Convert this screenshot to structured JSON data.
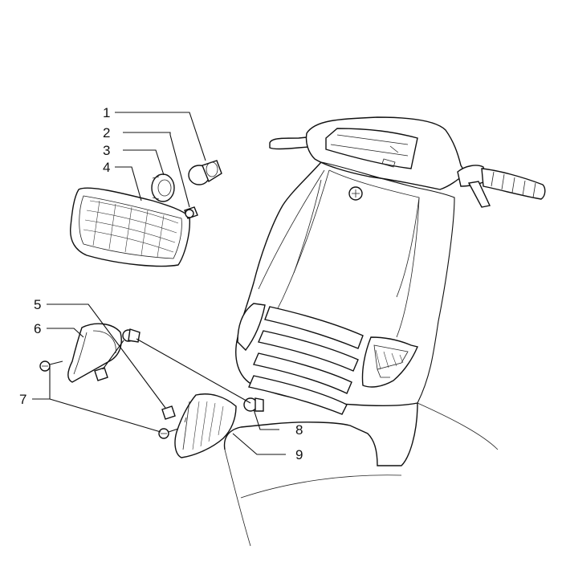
{
  "diagram": {
    "callouts": [
      {
        "id": "c1",
        "label": "1"
      },
      {
        "id": "c2",
        "label": "2"
      },
      {
        "id": "c3",
        "label": "3"
      },
      {
        "id": "c4",
        "label": "4"
      },
      {
        "id": "c5",
        "label": "5"
      },
      {
        "id": "c6",
        "label": "6"
      },
      {
        "id": "c7",
        "label": "7"
      },
      {
        "id": "c8",
        "label": "8"
      },
      {
        "id": "c9",
        "label": "9"
      }
    ]
  },
  "colors": {
    "line": "#111111",
    "background": "#ffffff"
  }
}
